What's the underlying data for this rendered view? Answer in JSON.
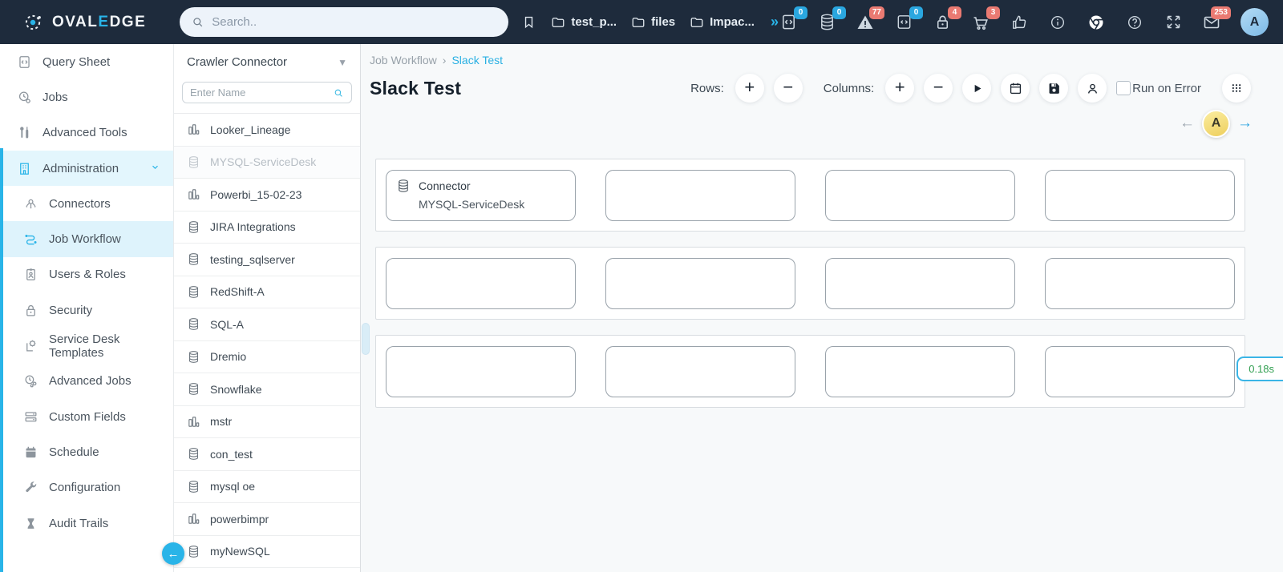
{
  "glyphs": {
    "caret_down": "▼",
    "chevron_more": "»",
    "breadcrumb_sep": "›",
    "arrow_left": "←",
    "arrow_right": "→",
    "plus": "+",
    "minus": "−",
    "collapse_arrow": "←"
  },
  "colors": {
    "accent": "#29b4e8",
    "navbar_bg": "#1e2b3c",
    "badge_blue": "#2aa7e0",
    "badge_red": "#ea7a72",
    "timer_green": "#2f9e4f",
    "pager_avatar_gold": "#eecf5d"
  },
  "navbar": {
    "brand": {
      "part1": "OVAL",
      "part2": "E",
      "part3": "DGE"
    },
    "search": {
      "placeholder": "Search.."
    },
    "tabs": [
      {
        "label": "test_p..."
      },
      {
        "label": "files"
      },
      {
        "label": "Impac..."
      }
    ],
    "badge_icons": [
      {
        "icon": "query-box-icon",
        "badge": "0",
        "color": "blue"
      },
      {
        "icon": "database-icon",
        "badge": "0",
        "color": "blue"
      },
      {
        "icon": "alert-triangle-icon",
        "badge": "77",
        "color": "red"
      },
      {
        "icon": "code-box-icon",
        "badge": "0",
        "color": "blue"
      },
      {
        "icon": "lock-icon",
        "badge": "4",
        "color": "red"
      },
      {
        "icon": "cart-icon",
        "badge": "3",
        "color": "red"
      }
    ],
    "mail_badge": "253",
    "avatar": "A"
  },
  "sidebar": {
    "items": [
      {
        "label": "Query Sheet"
      },
      {
        "label": "Jobs"
      },
      {
        "label": "Advanced Tools"
      },
      {
        "label": "Administration"
      },
      {
        "label": "Connectors"
      },
      {
        "label": "Job Workflow"
      },
      {
        "label": "Users & Roles"
      },
      {
        "label": "Security"
      },
      {
        "label": "Service Desk Templates"
      },
      {
        "label": "Advanced Jobs"
      },
      {
        "label": "Custom Fields"
      },
      {
        "label": "Schedule"
      },
      {
        "label": "Configuration"
      },
      {
        "label": "Audit Trails"
      }
    ]
  },
  "connector_panel": {
    "title": "Crawler Connector",
    "search_placeholder": "Enter Name",
    "items": [
      {
        "label": "Looker_Lineage",
        "icon": "chart"
      },
      {
        "label": "MYSQL-ServiceDesk",
        "icon": "database",
        "disabled": true
      },
      {
        "label": "Powerbi_15-02-23",
        "icon": "chart"
      },
      {
        "label": "JIRA Integrations",
        "icon": "database"
      },
      {
        "label": "testing_sqlserver",
        "icon": "database"
      },
      {
        "label": "RedShift-A",
        "icon": "database"
      },
      {
        "label": "SQL-A",
        "icon": "database"
      },
      {
        "label": "Dremio",
        "icon": "database"
      },
      {
        "label": "Snowflake",
        "icon": "database"
      },
      {
        "label": "mstr",
        "icon": "chart"
      },
      {
        "label": "con_test",
        "icon": "database"
      },
      {
        "label": "mysql oe",
        "icon": "database"
      },
      {
        "label": "powerbimpr",
        "icon": "chart"
      },
      {
        "label": "myNewSQL",
        "icon": "database"
      }
    ]
  },
  "main": {
    "breadcrumb": {
      "parent": "Job Workflow",
      "current": "Slack Test"
    },
    "title": "Slack Test",
    "toolbar": {
      "rows_label": "Rows:",
      "columns_label": "Columns:",
      "run_on_error_label": "Run on Error"
    },
    "pager": {
      "avatar": "A"
    },
    "grid": {
      "rows": 3,
      "columns": 4,
      "filled_cell": {
        "title": "Connector",
        "subtitle": "MYSQL-ServiceDesk"
      }
    },
    "timer_badge": "0.18s"
  }
}
